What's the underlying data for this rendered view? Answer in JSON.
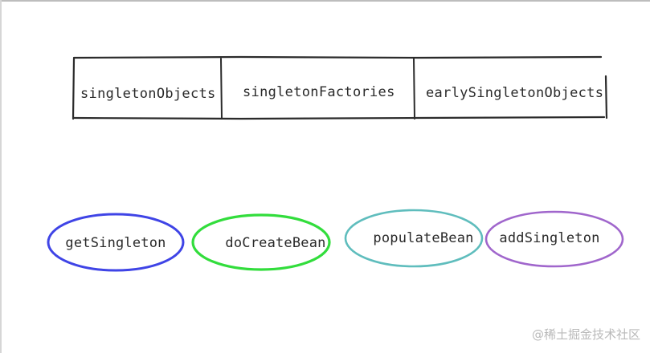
{
  "cache_table": {
    "cells": [
      {
        "label": "singletonObjects"
      },
      {
        "label": "singletonFactories"
      },
      {
        "label": "earlySingletonObjects"
      }
    ]
  },
  "methods": [
    {
      "label": "getSingleton",
      "color": "#3f44e6"
    },
    {
      "label": "doCreateBean",
      "color": "#32dd3c"
    },
    {
      "label": "populateBean",
      "color": "#5fbdbd"
    },
    {
      "label": "addSingleton",
      "color": "#a066cc"
    }
  ],
  "watermark": "@稀土掘金技术社区"
}
